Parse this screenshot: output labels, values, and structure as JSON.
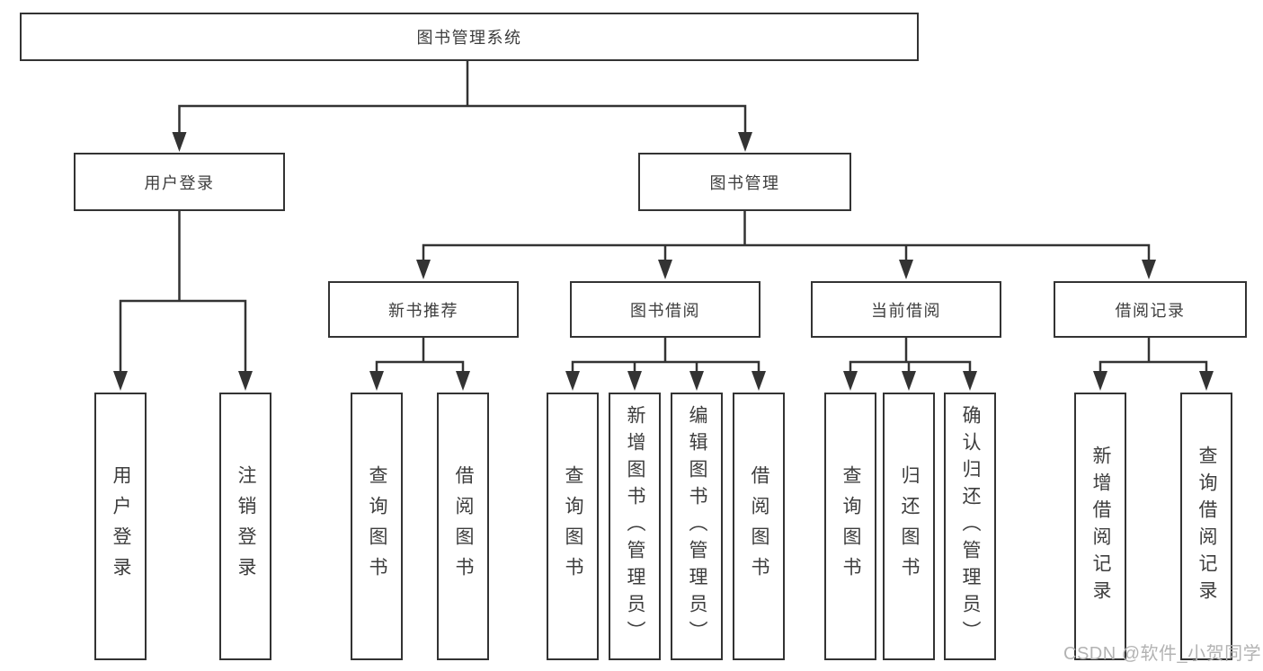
{
  "nodes": {
    "root": "图书管理系统",
    "user_login": "用户登录",
    "book_mgmt": "图书管理",
    "new_books": "新书推荐",
    "book_borrow": "图书借阅",
    "current_borrow": "当前借阅",
    "borrow_records": "借阅记录",
    "leaves": {
      "user_login": "用户登录",
      "logout": "注销登录",
      "newbooks_query": "查询图书",
      "newbooks_borrow": "借阅图书",
      "borrow_query": "查询图书",
      "borrow_add": "新增图书（管理员）",
      "borrow_edit": "编辑图书（管理员）",
      "borrow_borrow": "借阅图书",
      "current_query": "查询图书",
      "current_return": "归还图书",
      "current_confirm": "确认归还（管理员）",
      "records_add": "新增借阅记录",
      "records_query": "查询借阅记录"
    }
  },
  "hierarchy": {
    "图书管理系统": {
      "用户登录": [
        "用户登录",
        "注销登录"
      ],
      "图书管理": {
        "新书推荐": [
          "查询图书",
          "借阅图书"
        ],
        "图书借阅": [
          "查询图书",
          "新增图书（管理员）",
          "编辑图书（管理员）",
          "借阅图书"
        ],
        "当前借阅": [
          "查询图书",
          "归还图书",
          "确认归还（管理员）"
        ],
        "借阅记录": [
          "新增借阅记录",
          "查询借阅记录"
        ]
      }
    }
  },
  "colors": {
    "line": "#333333",
    "text": "#3d3d3d",
    "box_background": "#ffffff",
    "watermark": "#b3b3b3"
  },
  "watermark": "CSDN @软件_小贺同学"
}
